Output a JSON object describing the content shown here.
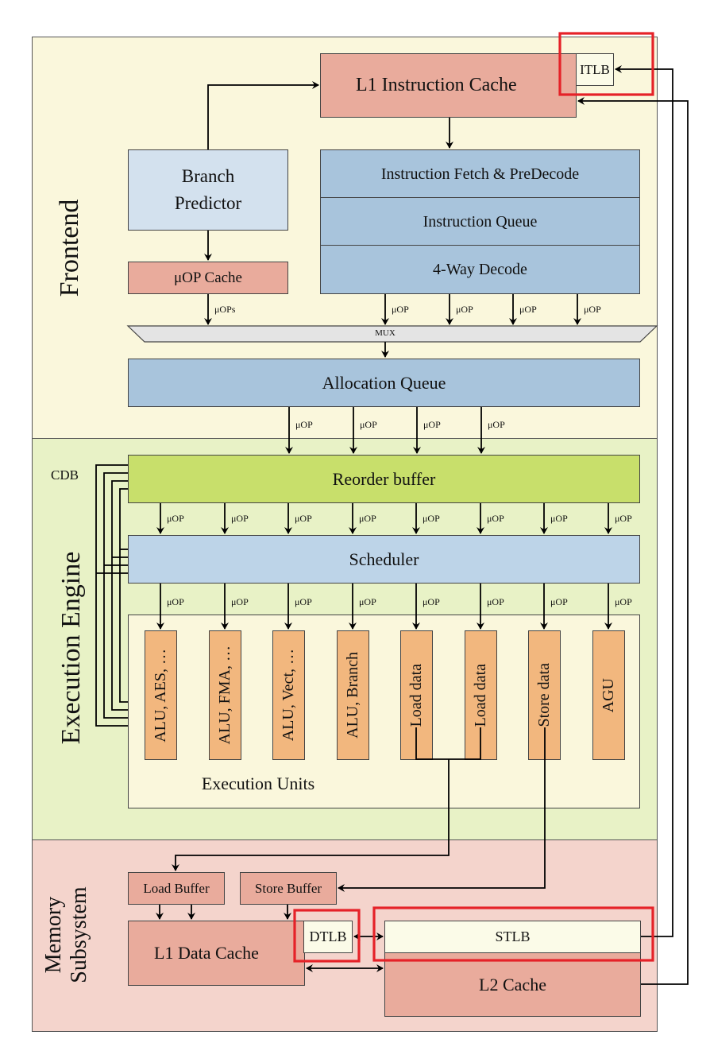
{
  "sections": {
    "frontend": "Frontend",
    "execution": "Execution Engine",
    "memory_line1": "Memory",
    "memory_line2": "Subsystem"
  },
  "frontend": {
    "l1i": "L1 Instruction Cache",
    "itlb": "ITLB",
    "branch_predictor_line1": "Branch",
    "branch_predictor_line2": "Predictor",
    "uop_cache": "μOP Cache",
    "fetch": "Instruction Fetch & PreDecode",
    "iq": "Instruction Queue",
    "decode": "4-Way Decode",
    "uops_label": "μOPs",
    "uop_label": "μOP",
    "mux": "MUX",
    "alloc": "Allocation Queue"
  },
  "execution": {
    "cdb": "CDB",
    "rob": "Reorder buffer",
    "scheduler": "Scheduler",
    "uop_label": "μOP",
    "units_title": "Execution Units",
    "units": [
      "ALU, AES, …",
      "ALU, FMA, …",
      "ALU, Vect, …",
      "ALU, Branch",
      "Load data",
      "Load data",
      "Store data",
      "AGU"
    ]
  },
  "memory": {
    "load_buffer": "Load Buffer",
    "store_buffer": "Store Buffer",
    "l1d": "L1 Data Cache",
    "dtlb": "DTLB",
    "stlb": "STLB",
    "l2": "L2 Cache"
  },
  "colors": {
    "frontend_bg": "#faf7dc",
    "execution_bg": "#e8f2c6",
    "memory_bg": "#f4d4cc",
    "cache_fill": "#e9ab9c",
    "blue_fill": "#a8c4dc",
    "light_blue_fill": "#d3e1ee",
    "rob_fill": "#c8df6b",
    "sched_fill": "#bdd4e8",
    "unit_fill": "#f2b77e",
    "tlb_fill": "#fbfbe8",
    "highlight": "#e52228"
  }
}
